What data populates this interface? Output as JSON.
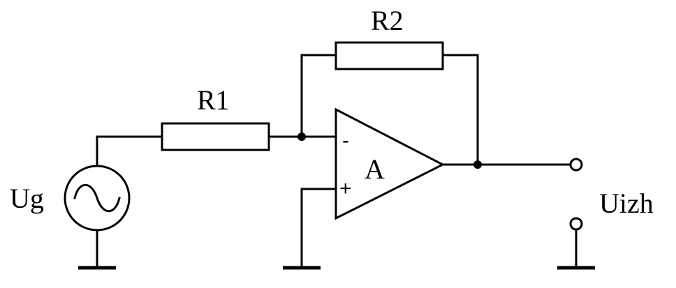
{
  "schematic": {
    "components": {
      "r1_label": "R1",
      "r2_label": "R2",
      "opamp_label": "A",
      "inverting_sign": "-",
      "noninverting_sign": "+",
      "source_label": "Ug",
      "output_label": "Uizh"
    },
    "icons": {
      "source": "ac-voltage-source-icon",
      "ground": "ground-icon",
      "terminal": "output-terminal-icon"
    }
  }
}
